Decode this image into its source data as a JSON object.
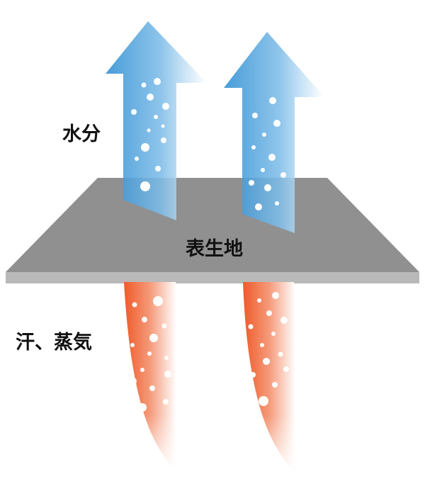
{
  "labels": {
    "water": "水分",
    "fabric": "表生地",
    "sweat": "汗、蒸気"
  },
  "colors": {
    "moisture_arrow": "#3a9ad8",
    "sweat_column": "#ef5a2a",
    "fabric_top": "#8f8f8f",
    "fabric_edge": "#b8b8b8"
  }
}
